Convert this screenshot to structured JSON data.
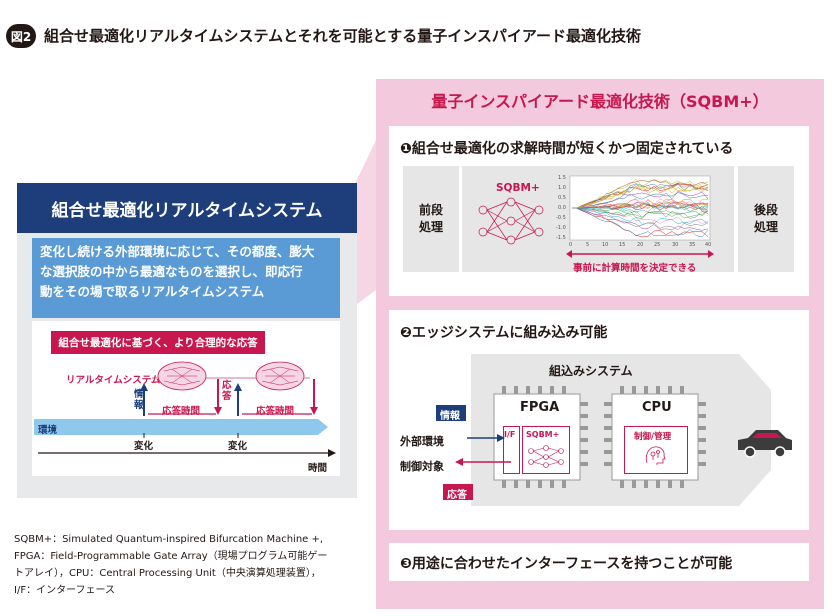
{
  "header": {
    "badge": "図2",
    "title": "組合せ最適化リアルタイムシステムとそれを可能とする量子インスパイアード最適化技術"
  },
  "left_panel": {
    "title": "組合せ最適化リアルタイムシステム",
    "description_lines": [
      "変化し続ける外部環境に応じて、その都度、膨大",
      "な選択肢の中から最適なものを選択し、即応行",
      "動をその場で取るリアルタイムシステム"
    ],
    "callout": "組合せ最適化に基づく、より合理的な応答",
    "realtime_label": "リアルタイムシステム",
    "info_label": "情報",
    "response_label": "応答",
    "response_time_label": "応答時間",
    "environment_label": "環境",
    "change_label": "変化",
    "time_label": "時間"
  },
  "footnote_lines": [
    "SQBM+：Simulated Quantum-inspired Bifurcation Machine +,",
    "FPGA：Field-Programmable Gate Array（現場プログラム可能ゲー",
    "トアレイ），CPU：Central Processing Unit（中央演算処理装置），",
    "I/F：インターフェース"
  ],
  "right_panel": {
    "title": "量子インスパイアード最適化技術（SQBM+）",
    "section1": {
      "title": "❶組合せ最適化の求解時間が短くかつ固定されている",
      "pre_process": [
        "前段",
        "処理"
      ],
      "post_process": [
        "後段",
        "処理"
      ],
      "sqbm_label": "SQBM+",
      "fixed_time_note": "事前に計算時間を決定できる",
      "plot_y_ticks": [
        "1.5",
        "1.0",
        "0.5",
        "0.0",
        "-0.5",
        "-1.0",
        "-1.5"
      ],
      "plot_x_ticks": [
        "0",
        "5",
        "10",
        "15",
        "20",
        "25",
        "30",
        "35",
        "40"
      ]
    },
    "section2": {
      "title": "❷エッジシステムに組み込み可能",
      "embedded_system": "組込みシステム",
      "info_label": "情報",
      "external_env": "外部環境",
      "control_target": "制御対象",
      "response_label": "応答",
      "fpga": "FPGA",
      "cpu": "CPU",
      "if_label": "I/F",
      "sqbm_label": "SQBM+",
      "control_mgmt": "制御/管理"
    },
    "section3": {
      "title": "❸用途に合わせたインターフェースを持つことが可能"
    }
  },
  "colors": {
    "navy": "#1d3e7a",
    "blue": "#5b9bd5",
    "light_blue": "#8ec8ec",
    "magenta": "#c8174f",
    "pink_bg": "#f3cadd",
    "gray": "#e6e6e6"
  },
  "icons": [
    "network-icon",
    "car-icon",
    "brain-chip-icon",
    "chip-icon"
  ]
}
